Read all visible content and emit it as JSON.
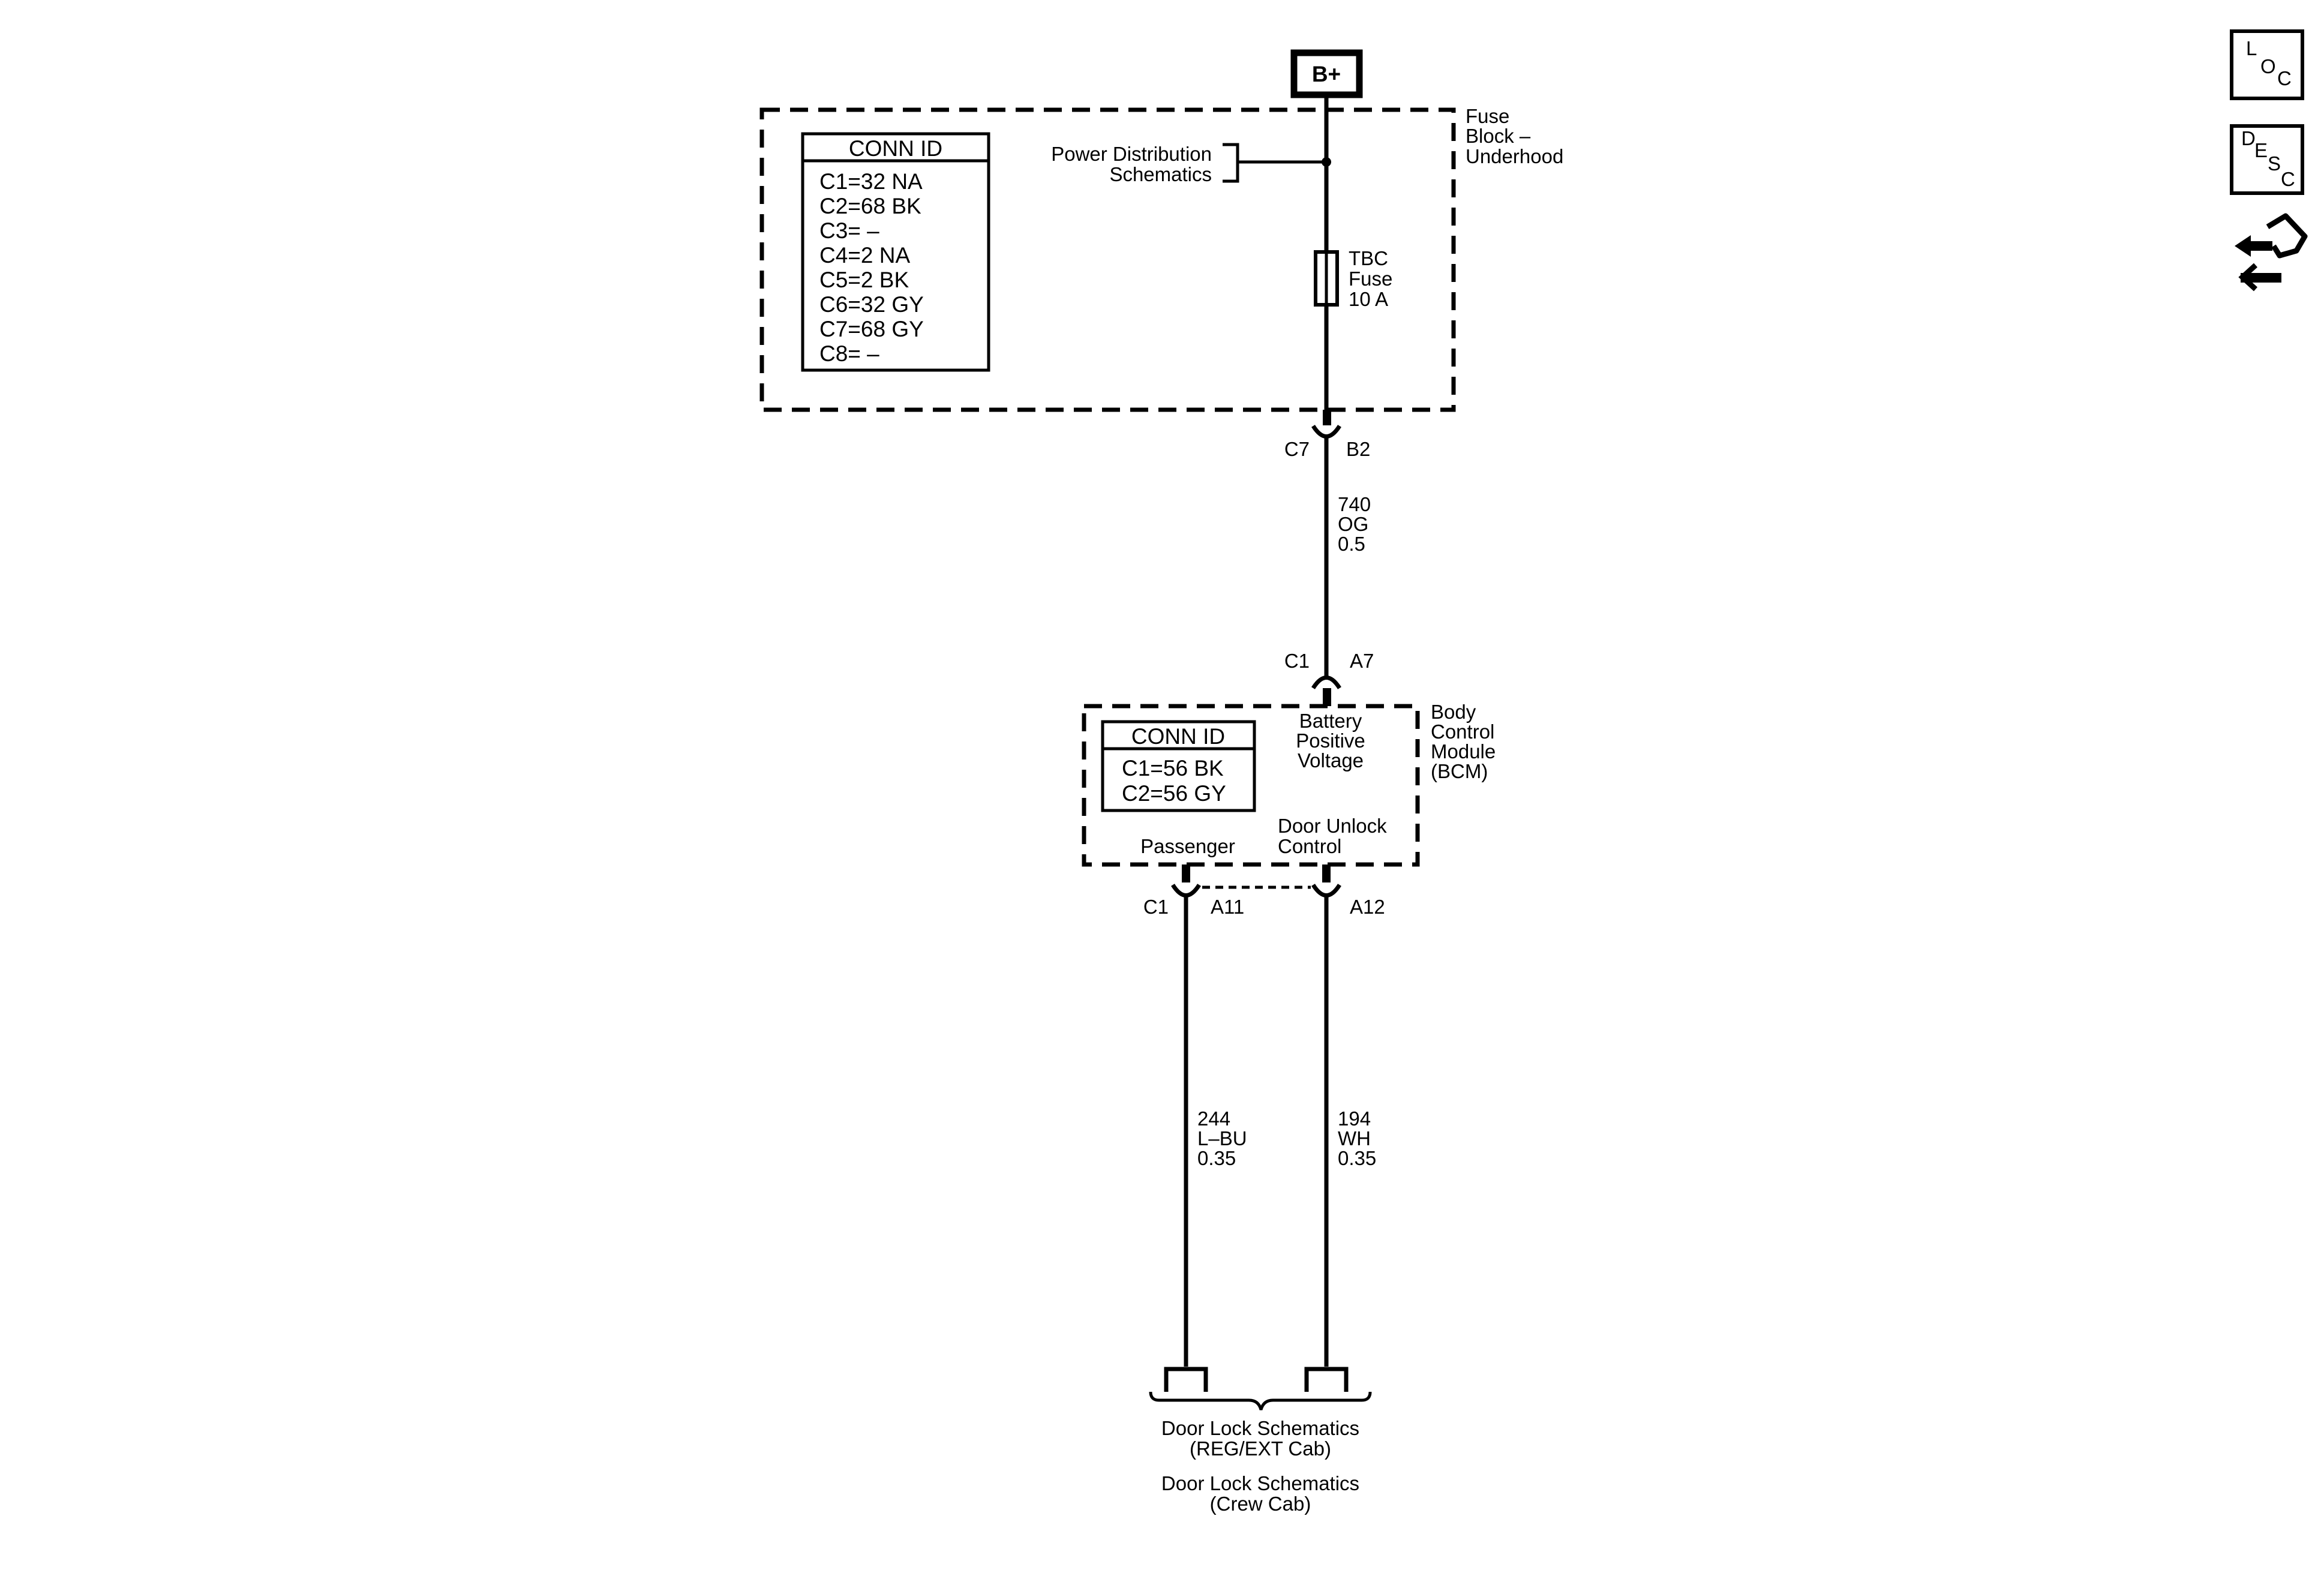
{
  "power_source": {
    "label": "B+"
  },
  "fuse_block": {
    "name_lines": [
      "Fuse",
      "Block –",
      "Underhood"
    ],
    "conn_id": {
      "title": "CONN ID",
      "rows": [
        "C1=32 NA",
        "C2=68 BK",
        "C3= –",
        "C4=2 NA",
        "C5=2 BK",
        "C6=32 GY",
        "C7=68 GY",
        "C8= –"
      ]
    },
    "power_distribution_ref": [
      "Power Distribution",
      "Schematics"
    ],
    "fuse": [
      "TBC",
      "Fuse",
      "10 A"
    ]
  },
  "connector_top": {
    "connector": "C7",
    "pin": "B2"
  },
  "wire_main": [
    "740",
    "OG",
    "0.5"
  ],
  "connector_bcm_in": {
    "connector": "C1",
    "pin": "A7"
  },
  "bcm": {
    "name_lines": [
      "Body",
      "Control",
      "Module",
      "(BCM)"
    ],
    "conn_id": {
      "title": "CONN ID",
      "rows": [
        "C1=56 BK",
        "C2=56 GY"
      ]
    },
    "input_label": [
      "Battery",
      "Positive",
      "Voltage"
    ],
    "output_passenger": "Passenger",
    "output_door_unlock": [
      "Door Unlock",
      "Control"
    ]
  },
  "connector_bcm_out": {
    "connector": "C1",
    "pin_left": "A11",
    "pin_right": "A12"
  },
  "wire_left": [
    "244",
    "L–BU",
    "0.35"
  ],
  "wire_right": [
    "194",
    "WH",
    "0.35"
  ],
  "references": [
    [
      "Door Lock Schematics",
      "(REG/EXT Cab)"
    ],
    [
      "Door Lock Schematics",
      "(Crew Cab)"
    ]
  ],
  "side_icons": {
    "loc": [
      "L",
      "O",
      "C"
    ],
    "desc": [
      "D",
      "E",
      "S",
      "C"
    ],
    "names": [
      "location-icon",
      "description-icon",
      "connector-end-view-icon"
    ]
  }
}
